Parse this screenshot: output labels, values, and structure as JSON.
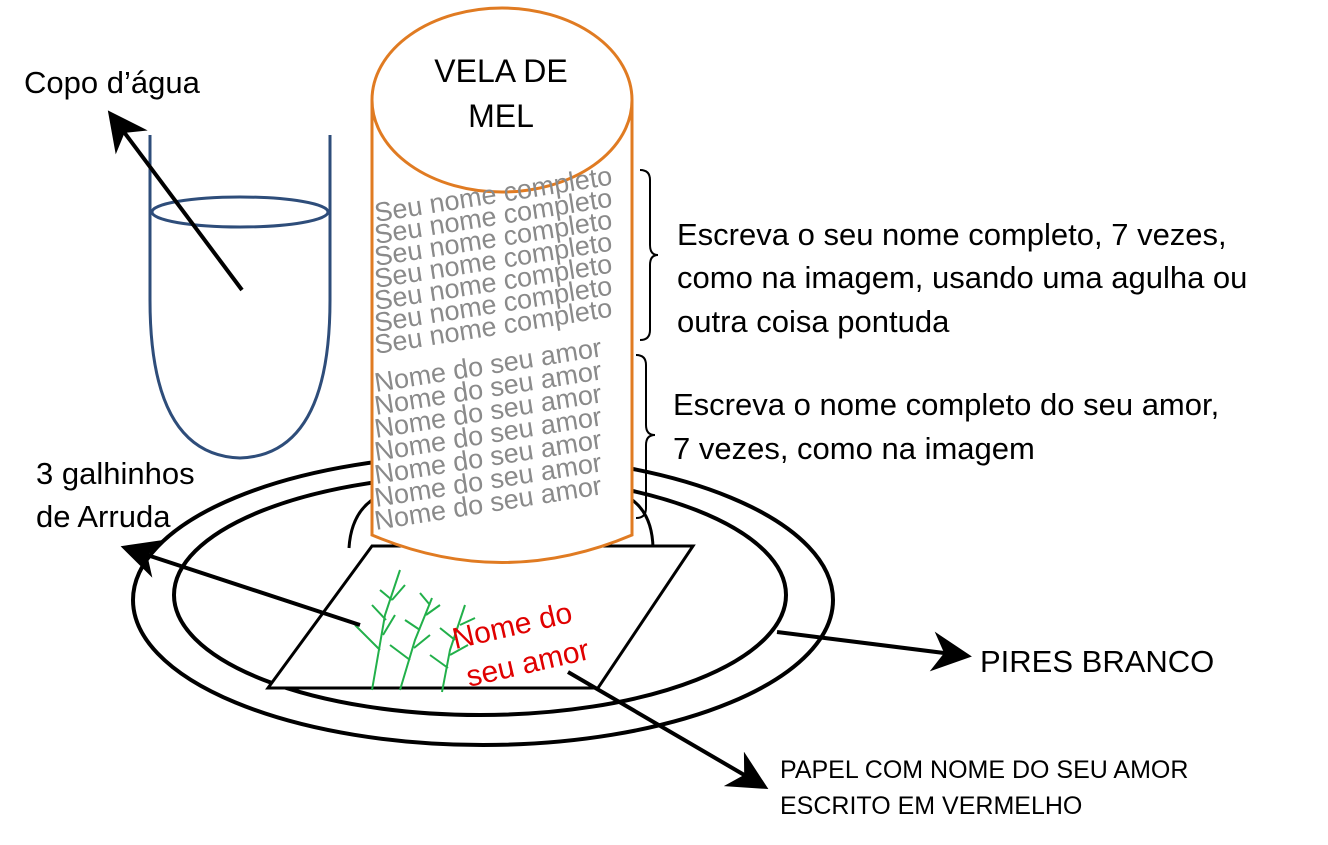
{
  "labels": {
    "copo": "Copo d’água",
    "galhinhos_line1": "3 galhinhos",
    "galhinhos_line2": "de Arruda",
    "pires": "PIRES BRANCO",
    "papel_line1": "PAPEL COM NOME DO SEU AMOR",
    "papel_line2": "ESCRITO EM VERMELHO"
  },
  "candle": {
    "title_line1": "VELA DE",
    "title_line2": "MEL",
    "own_name_text": "Seu nome completo",
    "own_name_repeat": 7,
    "lover_name_text": "Nome do seu amor",
    "lover_name_repeat": 7
  },
  "instructions": {
    "own_name": [
      "Escreva o seu nome completo, 7 vezes,",
      "como na imagem, usando uma agulha ou",
      "outra coisa pontuda"
    ],
    "lover_name": [
      "Escreva o nome completo do seu amor,",
      "7 vezes, como na imagem"
    ]
  },
  "paper": {
    "line1": "Nome do",
    "line2": "seu amor"
  },
  "colors": {
    "candle_outline": "#e07b22",
    "glass_outline": "#2e4d7a",
    "engraving": "#8a8a8a",
    "paper_text": "#e00000",
    "rue": "#22b04a",
    "outline": "#000000"
  }
}
